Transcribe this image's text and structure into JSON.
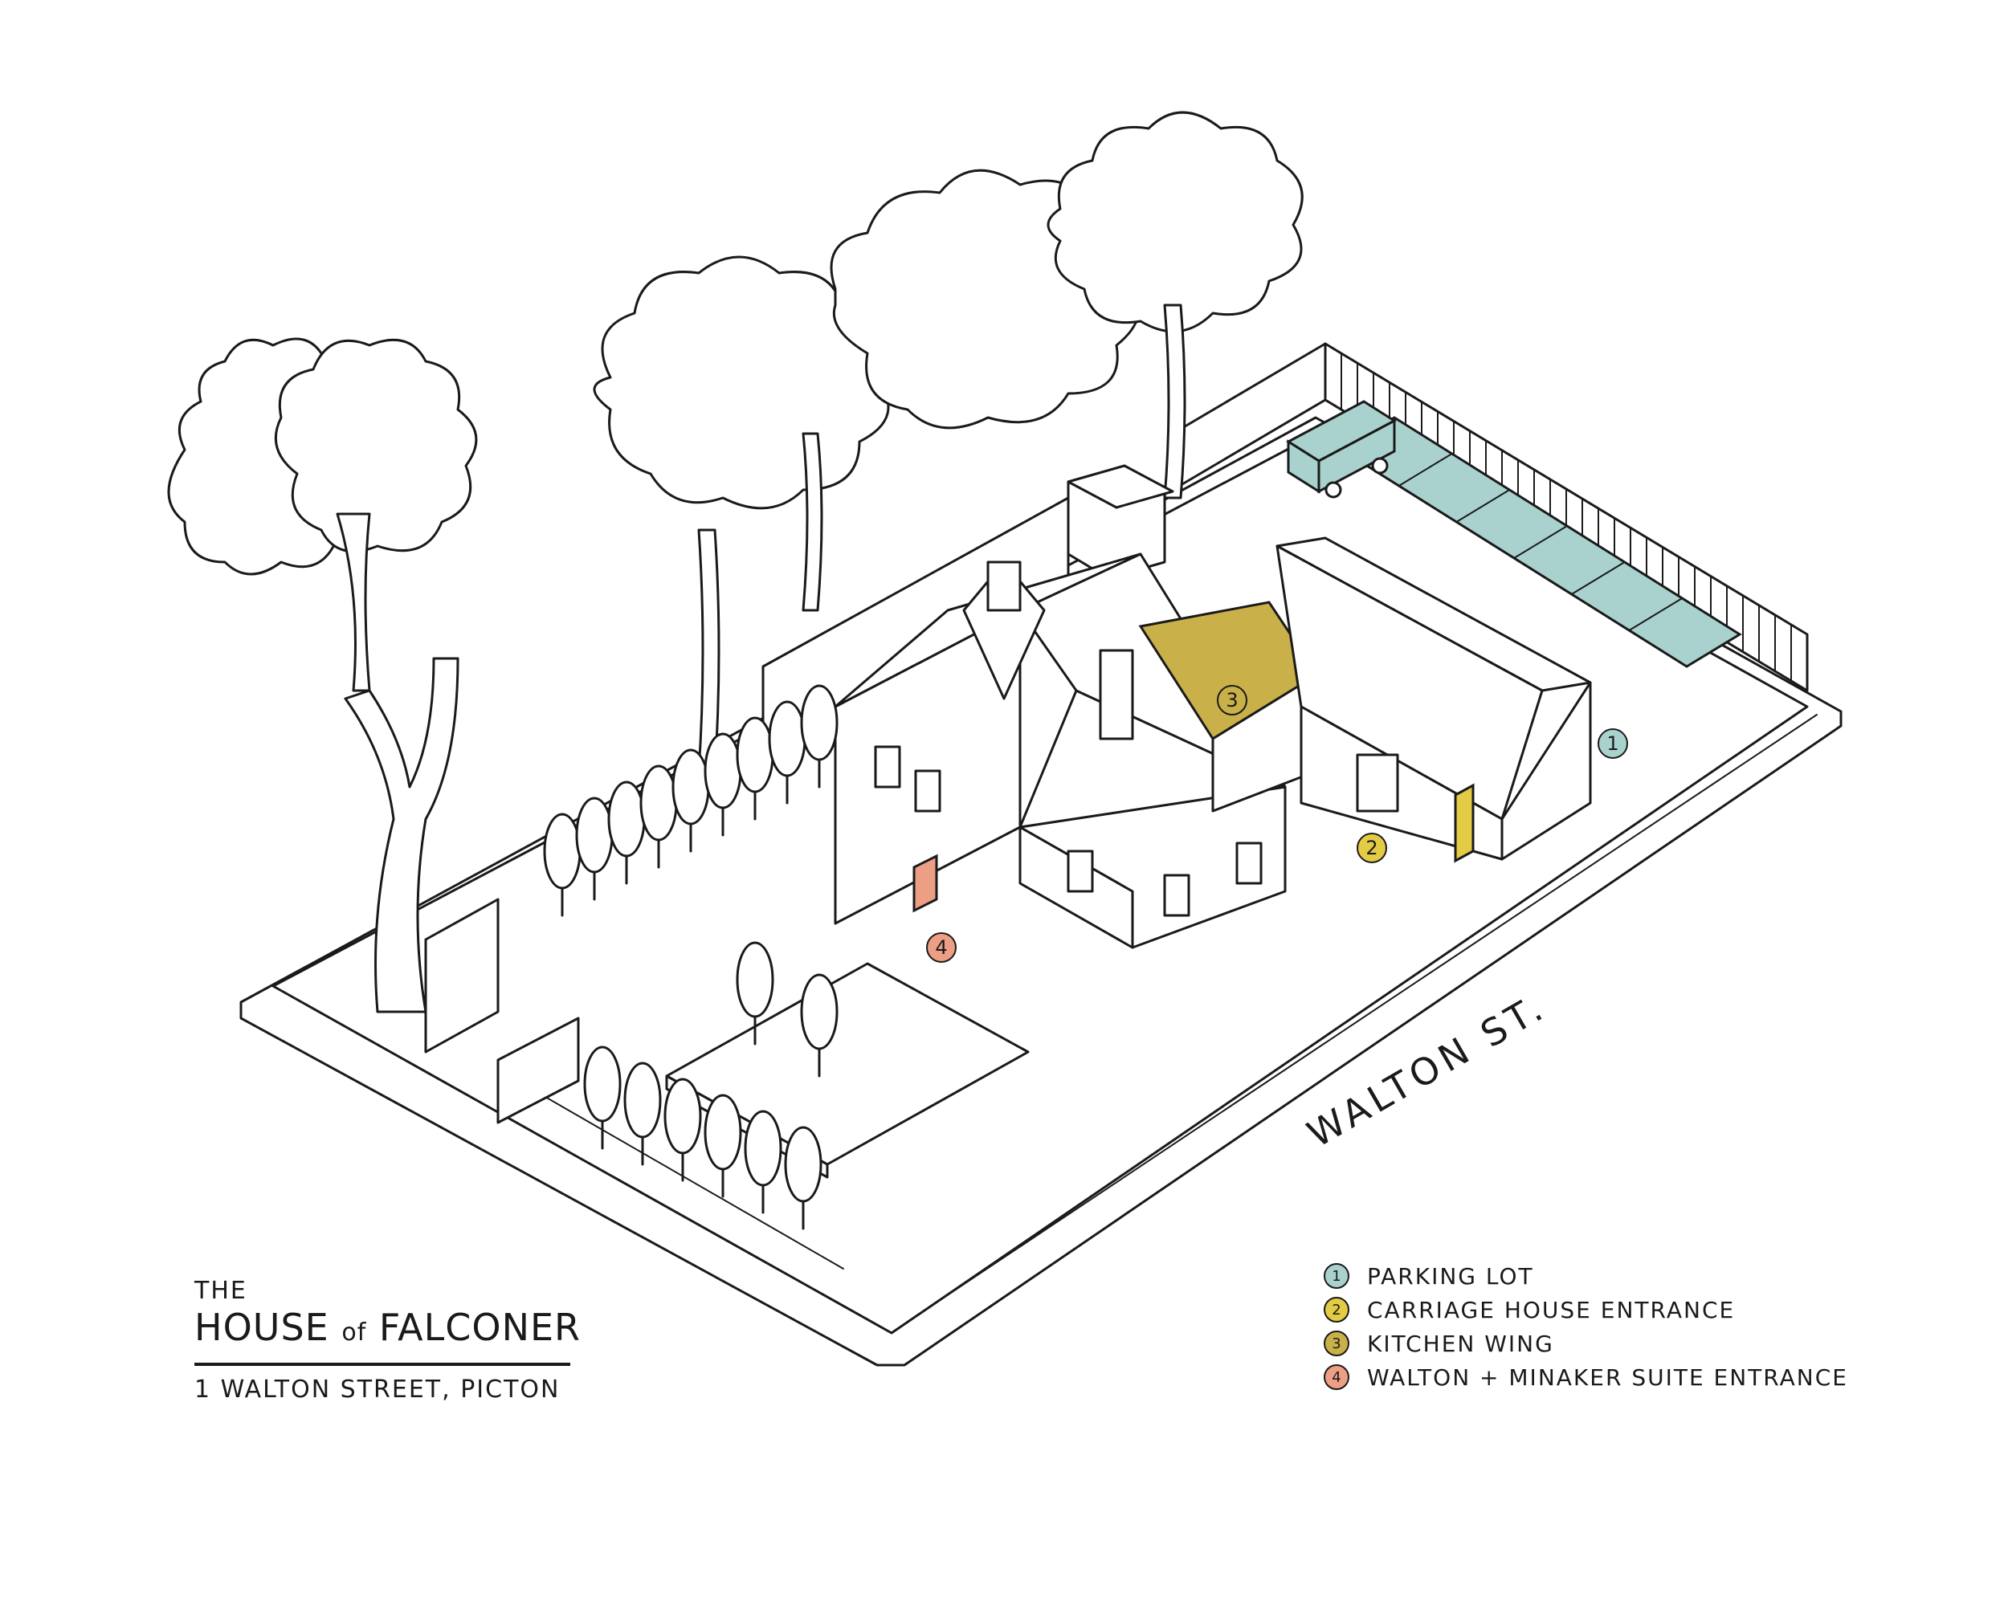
{
  "title": {
    "pre": "THE",
    "main_a": "HOUSE",
    "main_of": "of",
    "main_b": "FALCONER",
    "address": "1 WALTON STREET, PICTON"
  },
  "street_label": "WALTON ST.",
  "legend": [
    {
      "number": "1",
      "label": "PARKING LOT",
      "color": "#a9d2cf"
    },
    {
      "number": "2",
      "label": "CARRIAGE HOUSE ENTRANCE",
      "color": "#e3cb45"
    },
    {
      "number": "3",
      "label": "KITCHEN WING",
      "color": "#c9b049"
    },
    {
      "number": "4",
      "label": "WALTON + MINAKER SUITE ENTRANCE",
      "color": "#ec9f85"
    }
  ],
  "markers": [
    {
      "number": "1",
      "color": "#a9d2cf"
    },
    {
      "number": "2",
      "color": "#e3cb45"
    },
    {
      "number": "3",
      "color": "#c9b049"
    },
    {
      "number": "4",
      "color": "#ec9f85"
    }
  ]
}
